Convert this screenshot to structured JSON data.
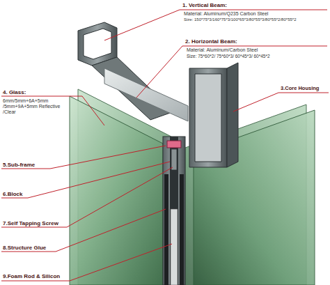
{
  "diagram": {
    "labels": [
      "1. Vertical Beam:",
      "Material: Aluminum/Q235 Carbon Steel",
      "Size: 150*75*3/160*75*3/100*65*3/80*55*3/80*55*2/80*55*2",
      "2. Horizontal Beam:",
      "Material: Aluminum/Carbon Steel",
      "Size: 75*60*2/ 75*60*3/ 60*45*3/ 60*45*2",
      "3.Core Housing",
      "4. Glass:",
      "6mm/5mm+6A+5mm /5mm+9A+5mm Reflective /Clear",
      "5.Sub-frame",
      "6.Block",
      "7.Self Tapping Screw",
      "8.Structure Glue",
      "9.Foam Rod & Silicon"
    ]
  }
}
